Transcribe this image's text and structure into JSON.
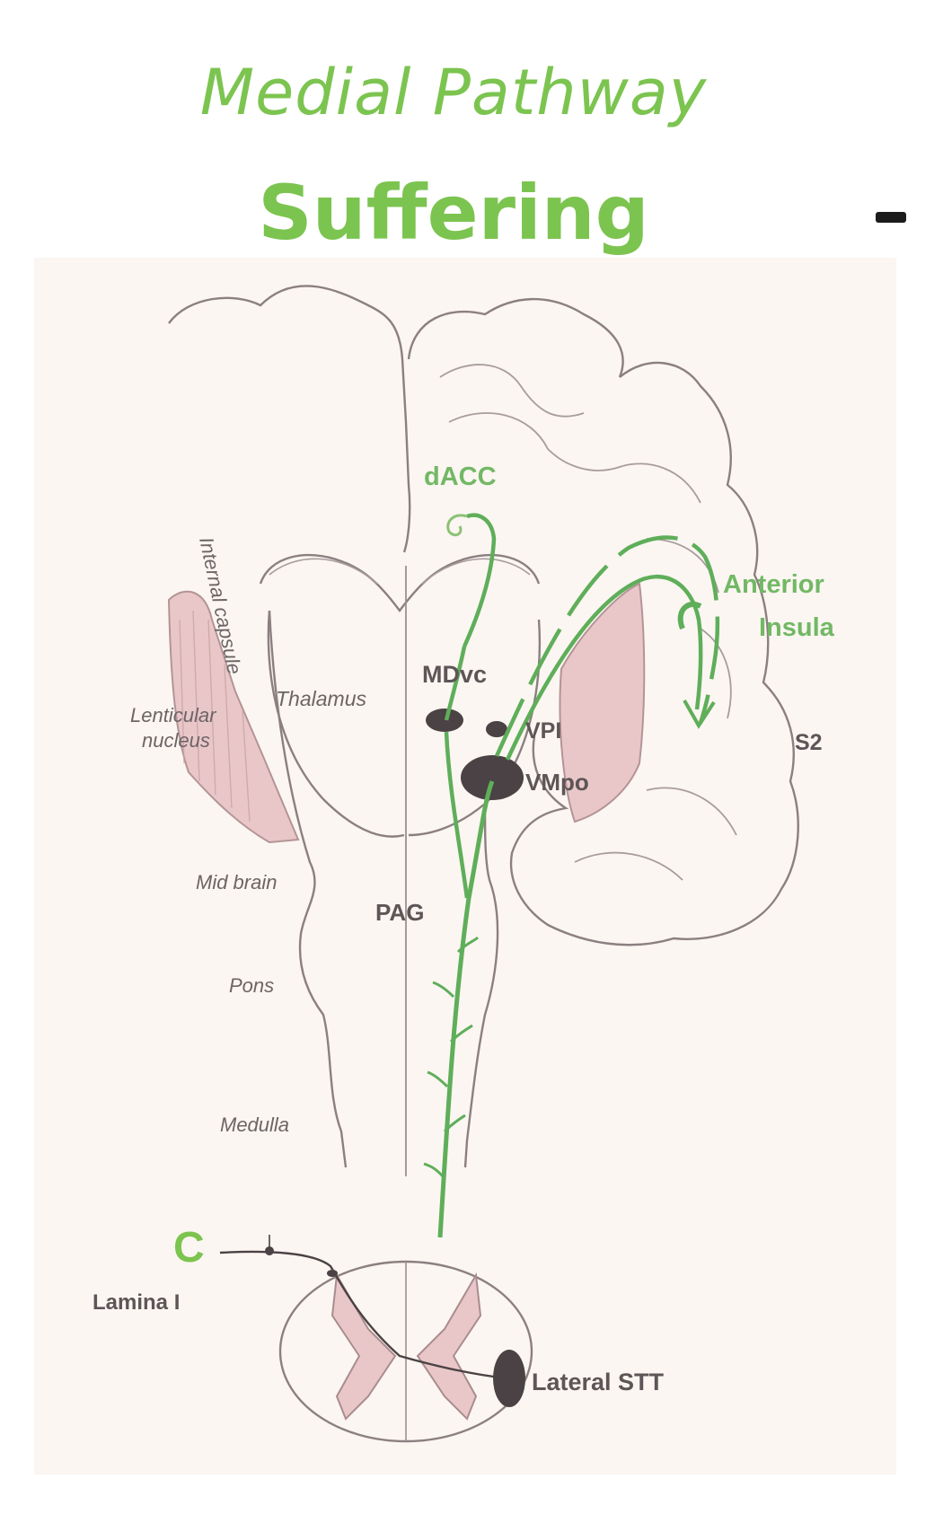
{
  "header": {
    "title": "Medial Pathway",
    "subtitle": "Suffering"
  },
  "labels": {
    "internal_capsule": "Internal capsule",
    "thalamus": "Thalamus",
    "lenticular_nucleus_1": "Lenticular",
    "lenticular_nucleus_2": "nucleus",
    "mid_brain": "Mid brain",
    "pons": "Pons",
    "medulla": "Medulla",
    "mdvc": "MDvc",
    "vpi": "VPI",
    "vmpo": "VMpo",
    "pag": "PAG",
    "s2": "S2",
    "dacc": "dACC",
    "anterior_insula_1": "Anterior",
    "anterior_insula_2": "Insula",
    "c_fiber": "C",
    "lamina_i": "Lamina I",
    "lateral_stt": "Lateral STT"
  },
  "colors": {
    "accent_green": "#7cc450",
    "pathway_green": "#5fae5a",
    "outline": "#8c7f81",
    "nucleus_dark": "#4a4244",
    "tissue_pink": "#e9c7c8",
    "panel": "#fbf6f1"
  }
}
